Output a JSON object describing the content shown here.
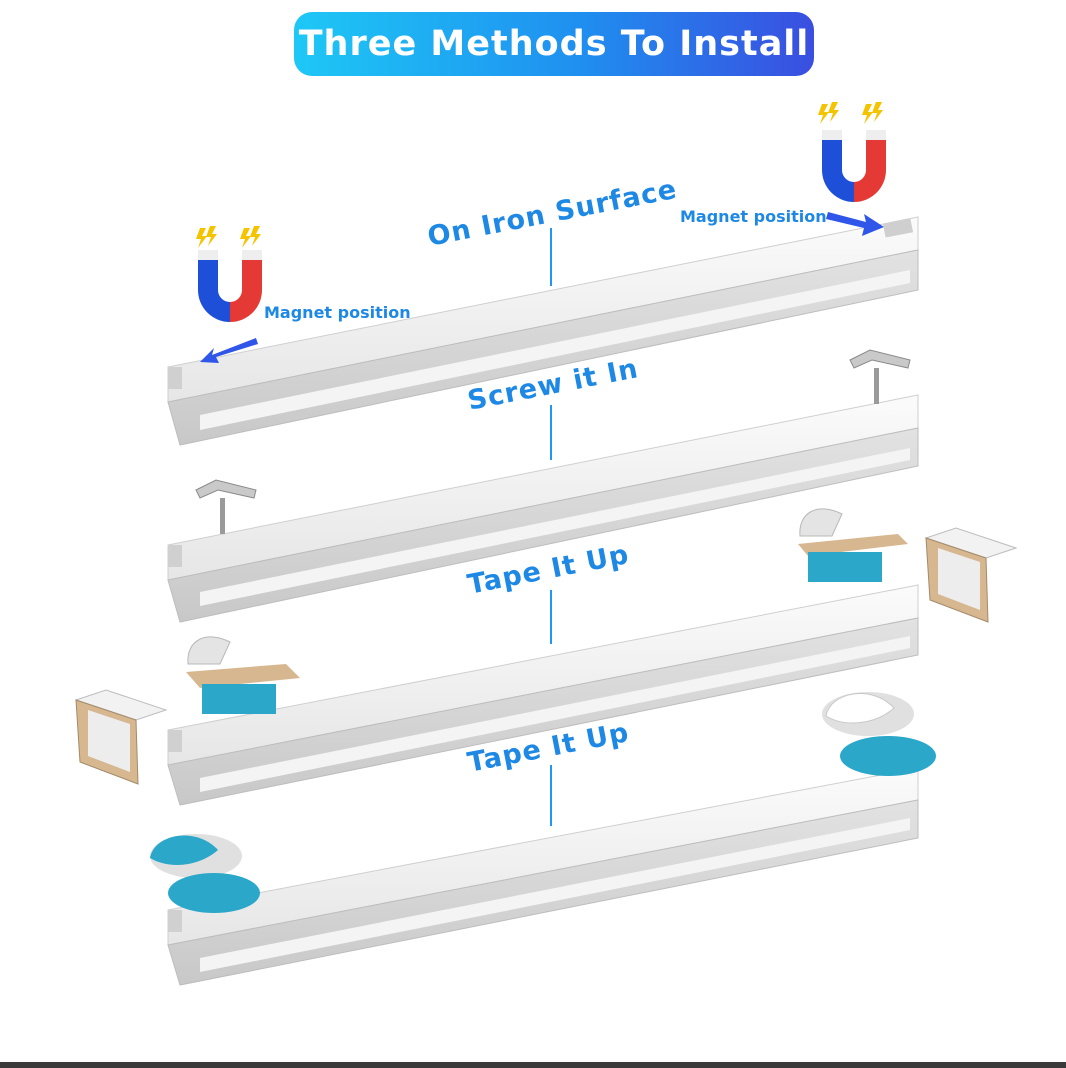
{
  "title": "Three Methods To Install",
  "methods": [
    {
      "label": "On Iron Surface"
    },
    {
      "label": "Screw it In"
    },
    {
      "label": "Tape It Up"
    },
    {
      "label": "Tape It Up"
    }
  ],
  "callouts": {
    "magnet_left": "Magnet position",
    "magnet_right": "Magnet position"
  },
  "colors": {
    "accent": "#1e88e5",
    "pill_start": "#1ec8f5",
    "pill_end": "#3a4ee0",
    "tape_blue": "#2aa7c9",
    "magnet_red": "#e53935",
    "magnet_blue": "#1e4fd8"
  },
  "icons": [
    "magnet-icon",
    "lightning-icon",
    "arrow-icon",
    "screw-clip-icon",
    "tape-strip-icon",
    "tape-disc-icon",
    "corner-bracket-icon"
  ]
}
